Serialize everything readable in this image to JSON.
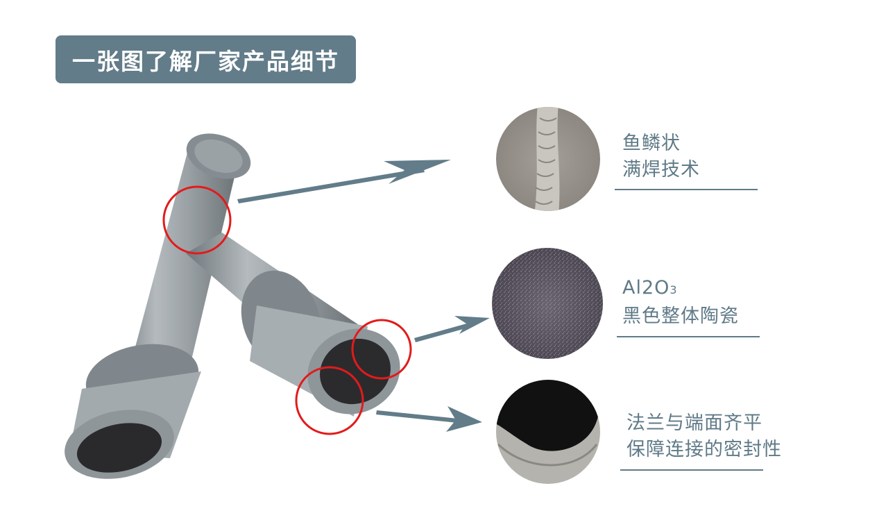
{
  "header": {
    "title": "一张图了解厂家产品细节"
  },
  "colors": {
    "accent": "#627c89",
    "text": "#5f7a87",
    "highlight_circle": "#e21b1b",
    "pipe": "#8f979c"
  },
  "details": [
    {
      "id": "weld",
      "line1": "鱼鳞状",
      "line2": "满焊技术",
      "thumbnail": "weld-seam-closeup"
    },
    {
      "id": "ceramic",
      "line1_main": "Al2O",
      "line1_sub": "3",
      "line2": "黑色整体陶瓷",
      "thumbnail": "ceramic-texture-closeup"
    },
    {
      "id": "flange",
      "line1": "法兰与端面齐平",
      "line2": "保障连接的密封性",
      "thumbnail": "flange-end-closeup"
    }
  ]
}
